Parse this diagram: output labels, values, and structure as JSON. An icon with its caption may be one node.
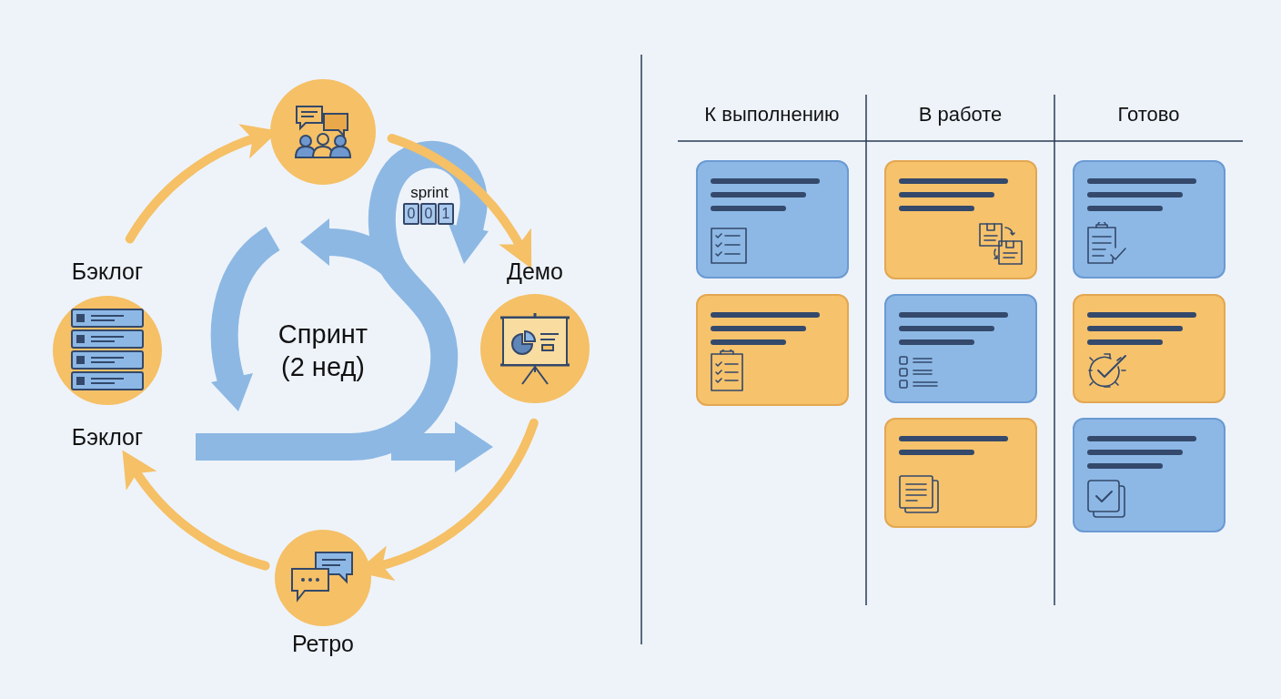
{
  "diagram": {
    "nodes": [
      {
        "text": [],
        "shape": "circle"
      },
      {
        "text": [
          "Бэклог"
        ],
        "beside": [
          "Бэклог"
        ]
      },
      {
        "text": [
          "Демо"
        ]
      },
      {
        "text": [
          "Ретро"
        ]
      },
      {
        "text": [
          "К выполнению"
        ]
      },
      {
        "text": [],
        "shape": "box",
        "in": 4
      },
      {
        "text": [],
        "shape": "box",
        "in": 4
      },
      {
        "text": [
          "В работе"
        ]
      },
      {
        "text": [],
        "shape": "box",
        "in": 7
      },
      {
        "text": [],
        "shape": "box",
        "in": 7
      },
      {
        "text": [],
        "shape": "box",
        "in": 7
      },
      {
        "text": [
          "Готово"
        ]
      },
      {
        "text": [],
        "shape": "box",
        "in": 11
      },
      {
        "text": [],
        "shape": "box",
        "in": 11
      },
      {
        "text": [],
        "shape": "box",
        "in": 11
      }
    ],
    "edges": [
      {
        "from": 1,
        "to": 0,
        "arrow": "to"
      },
      {
        "from": 0,
        "to": 2,
        "arrow": "to"
      },
      {
        "from": 2,
        "to": 3,
        "arrow": "to"
      },
      {
        "from": 3,
        "to": 1,
        "arrow": "to"
      }
    ],
    "labels": [
      "sprint",
      "0",
      "0",
      "1",
      "Спринт (2 нед)"
    ]
  }
}
